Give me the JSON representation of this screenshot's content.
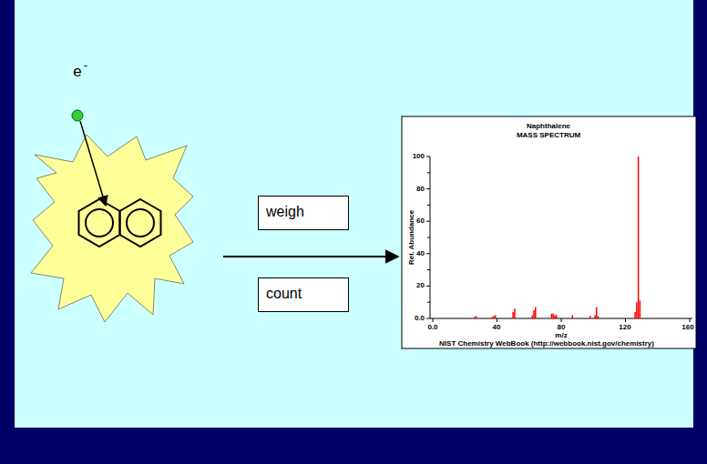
{
  "diagram": {
    "nodes": [
      {
        "text": [
          "weigh"
        ]
      },
      {
        "text": [
          "count"
        ]
      }
    ],
    "labels": [
      "e",
      "-",
      "Naphthalene",
      "MASS SPECTRUM",
      "100",
      "80",
      "60",
      "40",
      "20",
      "0.0",
      "Rel. Abundance",
      "0.0",
      "40",
      "80",
      "120",
      "160",
      "m/z",
      "NIST Chemistry WebBook (http://webbook.nist.gov/chemistry)"
    ]
  }
}
